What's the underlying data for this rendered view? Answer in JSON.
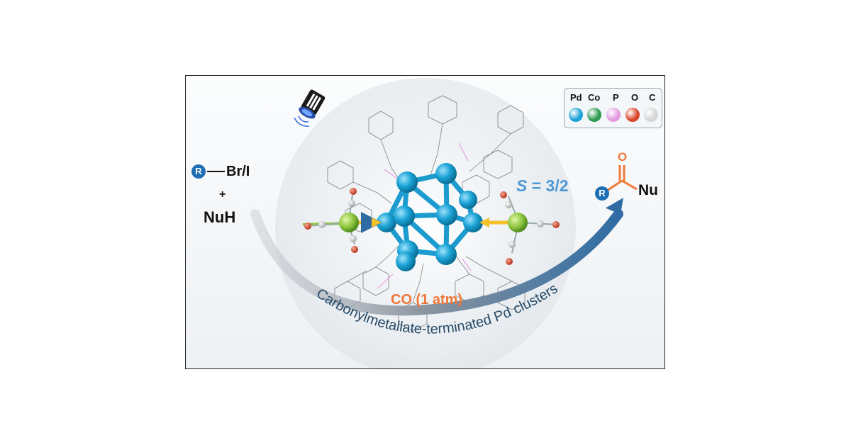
{
  "reactant": {
    "r_label": "R",
    "halide": "Br/I",
    "plus": "+",
    "nucleophile": "NuH"
  },
  "product": {
    "r_label": "R",
    "oxygen": "O",
    "nucleophile": "Nu"
  },
  "spin_label": {
    "symbol": "S",
    "value": "= 3/2"
  },
  "condition": "CO (1 atm)",
  "arc_caption": "Carbonylmetallate-terminated Pd clusters",
  "legend": {
    "items": [
      {
        "label": "Pd",
        "color": "#1aa3d6"
      },
      {
        "label": "Co",
        "color": "#2e9a52"
      },
      {
        "label": "P",
        "color": "#e39be0"
      },
      {
        "label": "O",
        "color": "#d9472b"
      },
      {
        "label": "C",
        "color": "#d5d5d5"
      }
    ]
  },
  "colors": {
    "badge": "#1f6fb5",
    "product_carbonyl": "#f07a3a",
    "spin_text": "#4f98d6",
    "condition_text": "#ef7637",
    "caption_text": "#274b69",
    "arrow_head": "#2f6ca3",
    "halo_arrow": "#f4c12a",
    "cobalt": "#8ec63f"
  },
  "icons": [
    "light-source-icon"
  ]
}
